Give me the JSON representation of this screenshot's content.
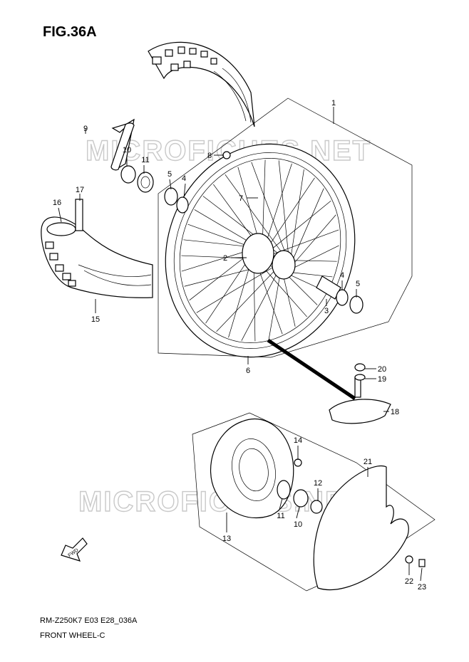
{
  "figure": {
    "title": "FIG.36A",
    "footer_model": "RM-Z250K7 E03 E28_036A",
    "footer_name": "FRONT WHEEL-C",
    "watermark": "MICROFICHES.NET",
    "direction_label": "FWD"
  },
  "callouts": [
    {
      "id": "1",
      "label": "1"
    },
    {
      "id": "2",
      "label": "2"
    },
    {
      "id": "3",
      "label": "3"
    },
    {
      "id": "4a",
      "label": "4"
    },
    {
      "id": "4b",
      "label": "4"
    },
    {
      "id": "5a",
      "label": "5"
    },
    {
      "id": "5b",
      "label": "5"
    },
    {
      "id": "6",
      "label": "6"
    },
    {
      "id": "7",
      "label": "7"
    },
    {
      "id": "8",
      "label": "8"
    },
    {
      "id": "9",
      "label": "9"
    },
    {
      "id": "10a",
      "label": "10"
    },
    {
      "id": "10b",
      "label": "10"
    },
    {
      "id": "11a",
      "label": "11"
    },
    {
      "id": "11b",
      "label": "11"
    },
    {
      "id": "12",
      "label": "12"
    },
    {
      "id": "13",
      "label": "13"
    },
    {
      "id": "14",
      "label": "14"
    },
    {
      "id": "15",
      "label": "15"
    },
    {
      "id": "16",
      "label": "16"
    },
    {
      "id": "17",
      "label": "17"
    },
    {
      "id": "18",
      "label": "18"
    },
    {
      "id": "19",
      "label": "19"
    },
    {
      "id": "20",
      "label": "20"
    },
    {
      "id": "21",
      "label": "21"
    },
    {
      "id": "22",
      "label": "22"
    },
    {
      "id": "23",
      "label": "23"
    }
  ]
}
